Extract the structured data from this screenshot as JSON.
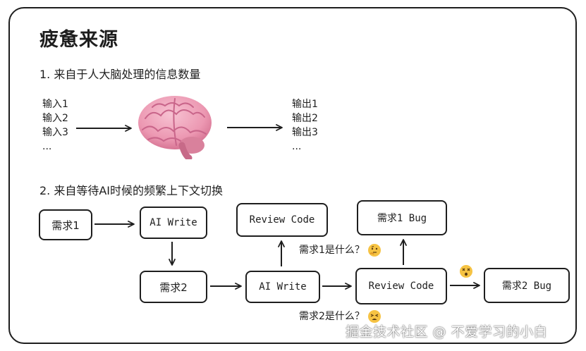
{
  "title": "疲惫来源",
  "section1": {
    "heading": "1. 来自于人大脑处理的信息数量",
    "inputs": [
      "输入1",
      "输入2",
      "输入3",
      "..."
    ],
    "outputs": [
      "输出1",
      "输出2",
      "输出3",
      "..."
    ]
  },
  "section2": {
    "heading": "2. 来自等待AI时候的频繁上下文切换",
    "boxes": {
      "req1": "需求1",
      "ai_write_1": "AI Write",
      "req2": "需求2",
      "ai_write_2": "AI Write",
      "review_code_1": "Review Code",
      "review_code_2": "Review Code",
      "req1_bug": "需求1 Bug",
      "req2_bug": "需求2 Bug"
    },
    "notes": {
      "what_is_req1": "需求1是什么？",
      "what_is_req2": "需求2是什么？"
    }
  },
  "watermark": "掘金技术社区 @ 不爱学习的小白",
  "colors": {
    "stroke": "#1e1e1e",
    "brain": "#f0a4bc",
    "emoji": "#f6c343"
  }
}
